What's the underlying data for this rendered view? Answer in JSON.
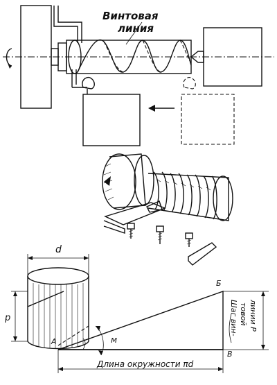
{
  "top": {
    "label_line1": "Винтовая",
    "label_line2": "линия"
  },
  "bottom": {
    "label_d": "d",
    "label_p": "p",
    "label_A": "А",
    "label_B": "Б",
    "label_V": "В",
    "label_M": "м",
    "label_circumference": "Длина окружности πd",
    "label_pitch_line1": "Шаг вин-",
    "label_pitch_line2": "товой",
    "label_pitch_line3": "линии P"
  }
}
